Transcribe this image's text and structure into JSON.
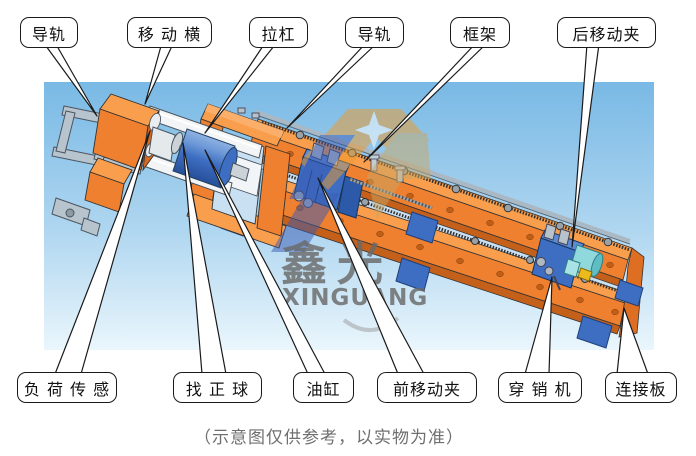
{
  "watermark": {
    "cn": "鑫光",
    "en": "XINGUANG"
  },
  "caption": "（示意图仅供参考，以实物为准）",
  "labels": {
    "top": [
      {
        "text": "导轨"
      },
      {
        "text": "移 动 横"
      },
      {
        "text": "拉杠"
      },
      {
        "text": "导轨"
      },
      {
        "text": "框架"
      },
      {
        "text": "后移动夹"
      }
    ],
    "bottom": [
      {
        "text": "负 荷 传 感"
      },
      {
        "text": "找 正 球"
      },
      {
        "text": "油缸"
      },
      {
        "text": "前移动夹"
      },
      {
        "text": "穿 销 机"
      },
      {
        "text": "连接板"
      }
    ]
  },
  "colors": {
    "sky_top": "#79B9E5",
    "sky_bottom": "#EAF6FC",
    "machine_orange": "#EE8030",
    "machine_orange_light": "#F89E4C",
    "machine_orange_dark": "#C4601A",
    "machine_blue": "#3E6EC2",
    "motor_cyan": "#8FD8DC",
    "watermark_gray": "#6A6A6A",
    "label_border": "#1A1A1A"
  }
}
